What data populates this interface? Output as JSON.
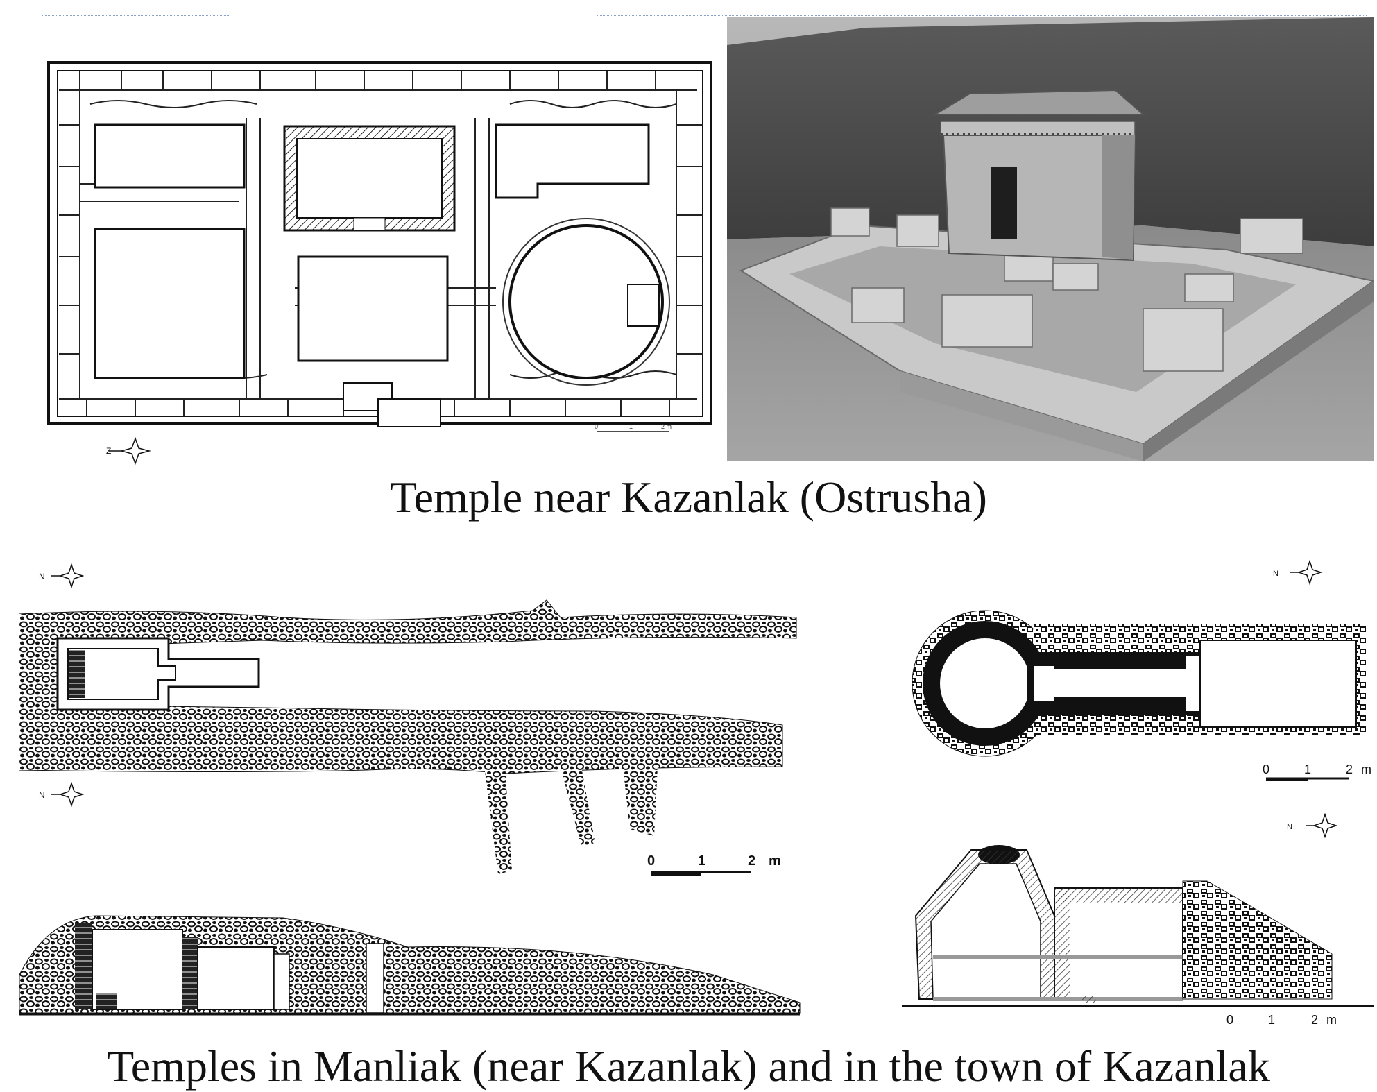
{
  "captions": {
    "top": "Temple near Kazanlak (Ostrusha)",
    "bottom": "Temples in Manliak (near Kazanlak) and in the town of Kazanlak"
  },
  "north_labels": {
    "top_plan": "Z",
    "left_upper": "N",
    "left_lower": "N",
    "right_upper": "N",
    "right_lower": "N"
  },
  "scales": {
    "top_plan": {
      "t0": "0",
      "t1": "1",
      "t2": "2 m"
    },
    "left": {
      "t0": "0",
      "t1": "1",
      "t2": "2",
      "unit": "m"
    },
    "right_upper": {
      "t0": "0",
      "t1": "1",
      "t2": "2",
      "unit": "m"
    },
    "right_lower": {
      "t0": "0",
      "t1": "1",
      "t2": "2",
      "unit": "m"
    }
  }
}
